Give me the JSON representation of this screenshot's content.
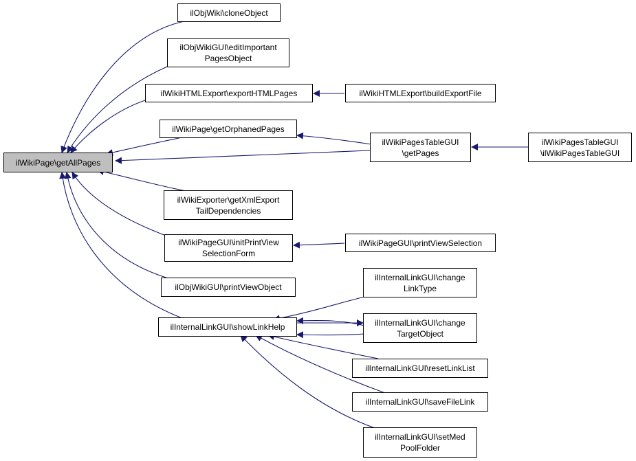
{
  "nodes": {
    "root": "ilWikiPage\\getAllPages",
    "n1": "ilObjWiki\\cloneObject",
    "n2": "ilObjWikiGUI\\editImportant\nPagesObject",
    "n3": "ilWikiHTMLExport\\exportHTMLPages",
    "n4": "ilWikiHTMLExport\\buildExportFile",
    "n5": "ilWikiPage\\getOrphanedPages",
    "n6": "ilWikiPagesTableGUI\n\\getPages",
    "n7": "ilWikiPagesTableGUI\n\\ilWikiPagesTableGUI",
    "n8": "ilWikiExporter\\getXmlExport\nTailDependencies",
    "n9": "ilWikiPageGUI\\initPrintView\nSelectionForm",
    "n10": "ilWikiPageGUI\\printViewSelection",
    "n11": "ilObjWikiGUI\\printViewObject",
    "n12": "ilInternalLinkGUI\\showLinkHelp",
    "n13": "ilInternalLinkGUI\\change\nLinkType",
    "n14": "ilInternalLinkGUI\\change\nTargetObject",
    "n15": "ilInternalLinkGUI\\resetLinkList",
    "n16": "ilInternalLinkGUI\\saveFileLink",
    "n17": "ilInternalLinkGUI\\setMed\nPoolFolder"
  },
  "edge_color": "#191970"
}
